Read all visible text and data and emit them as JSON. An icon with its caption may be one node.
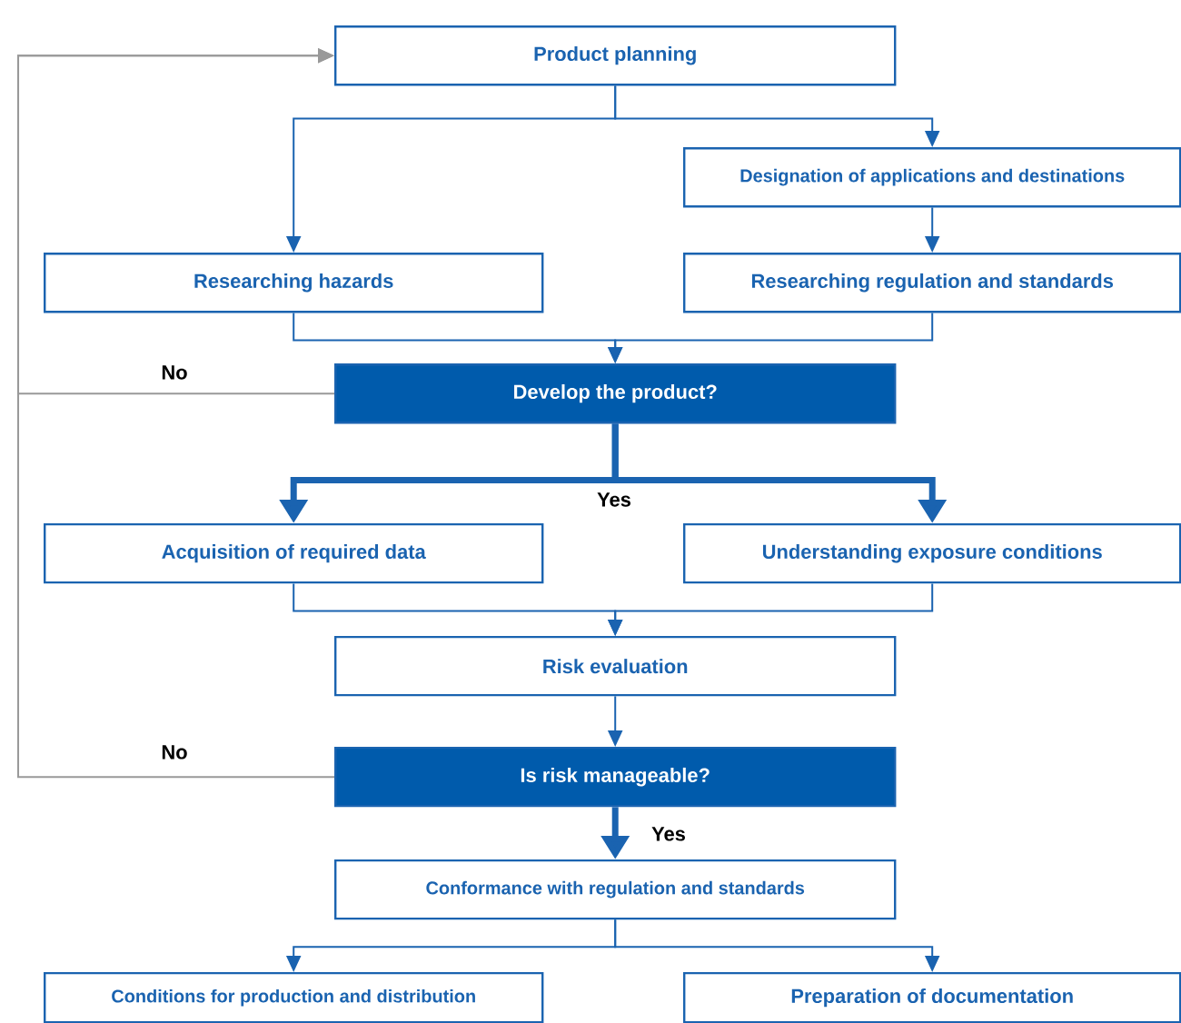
{
  "diagram": {
    "nodes": [
      {
        "text": [
          "Product planning"
        ]
      },
      {
        "text": [
          "Designation of applications and destinations"
        ]
      },
      {
        "text": [
          "Researching hazards"
        ]
      },
      {
        "text": [
          "Researching regulation and standards"
        ]
      },
      {
        "text": [
          "Develop the product?"
        ]
      },
      {
        "text": [
          "Acquisition of required data"
        ]
      },
      {
        "text": [
          "Understanding exposure conditions"
        ]
      },
      {
        "text": [
          "Risk evaluation"
        ]
      },
      {
        "text": [
          "Is risk manageable?"
        ]
      },
      {
        "text": [
          "Conformance with regulation and standards"
        ]
      },
      {
        "text": [
          "Conditions for production and distribution"
        ]
      },
      {
        "text": [
          "Preparation of documentation"
        ]
      }
    ],
    "edges": [
      {
        "from": 0,
        "to": 1,
        "arrow": "to"
      },
      {
        "from": 0,
        "to": 2,
        "arrow": "to"
      },
      {
        "from": 1,
        "to": 3,
        "arrow": "to"
      },
      {
        "from": 2,
        "to": 4,
        "arrow": "to"
      },
      {
        "from": 3,
        "to": 4,
        "arrow": "to"
      },
      {
        "from": 4,
        "to": 0,
        "arrow": "to",
        "label": "No",
        "color": "#999999"
      },
      {
        "from": 4,
        "to": 5,
        "arrow": "to",
        "label": "Yes",
        "style": "thick"
      },
      {
        "from": 4,
        "to": 6,
        "arrow": "to",
        "style": "thick"
      },
      {
        "from": 5,
        "to": 7,
        "arrow": "to"
      },
      {
        "from": 6,
        "to": 7,
        "arrow": "to"
      },
      {
        "from": 7,
        "to": 8,
        "arrow": "to"
      },
      {
        "from": 8,
        "to": 0,
        "arrow": "to",
        "label": "No",
        "color": "#999999"
      },
      {
        "from": 8,
        "to": 9,
        "arrow": "to",
        "label": "Yes",
        "style": "thick"
      },
      {
        "from": 9,
        "to": 10,
        "arrow": "to"
      },
      {
        "from": 9,
        "to": 11,
        "arrow": "to"
      }
    ]
  }
}
